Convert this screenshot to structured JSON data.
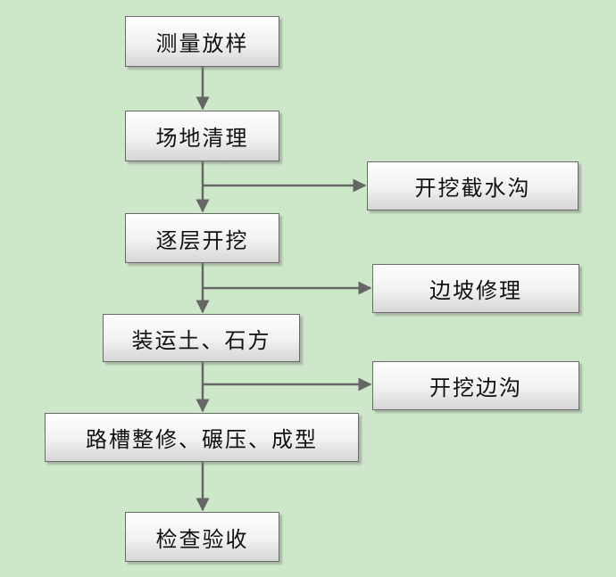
{
  "steps": {
    "measure": "测量放样",
    "clear": "场地清理",
    "excavate": "逐层开挖",
    "load": "装运土、石方",
    "trench": "路槽整修、碾压、成型",
    "inspect": "检查验收"
  },
  "branches": {
    "intercept_ditch": "开挖截水沟",
    "slope_repair": "边坡修理",
    "side_ditch": "开挖边沟"
  },
  "colors": {
    "background": "#cde8c8",
    "connector": "#666666",
    "box_border": "#6a6a6a"
  }
}
